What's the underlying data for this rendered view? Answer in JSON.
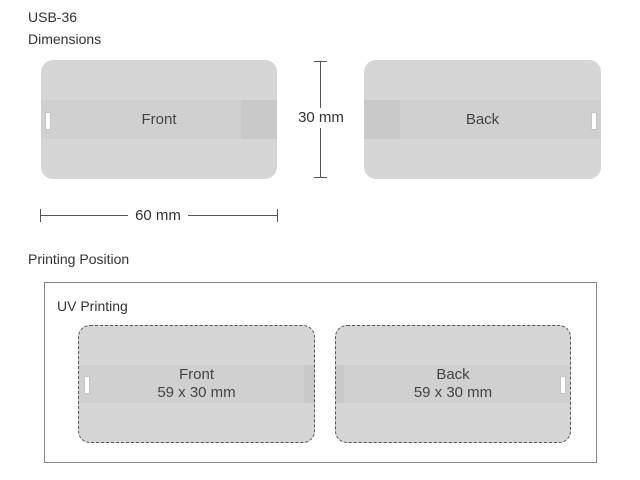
{
  "header": {
    "model": "USB-36",
    "subtitle": "Dimensions"
  },
  "dimensions": {
    "front_label": "Front",
    "back_label": "Back",
    "height_label": "30 mm",
    "width_label": "60 mm"
  },
  "printing": {
    "section_title": "Printing Position",
    "method": "UV Printing",
    "front": {
      "label": "Front",
      "size": "59 x 30 mm"
    },
    "back": {
      "label": "Back",
      "size": "59 x 30 mm"
    }
  }
}
